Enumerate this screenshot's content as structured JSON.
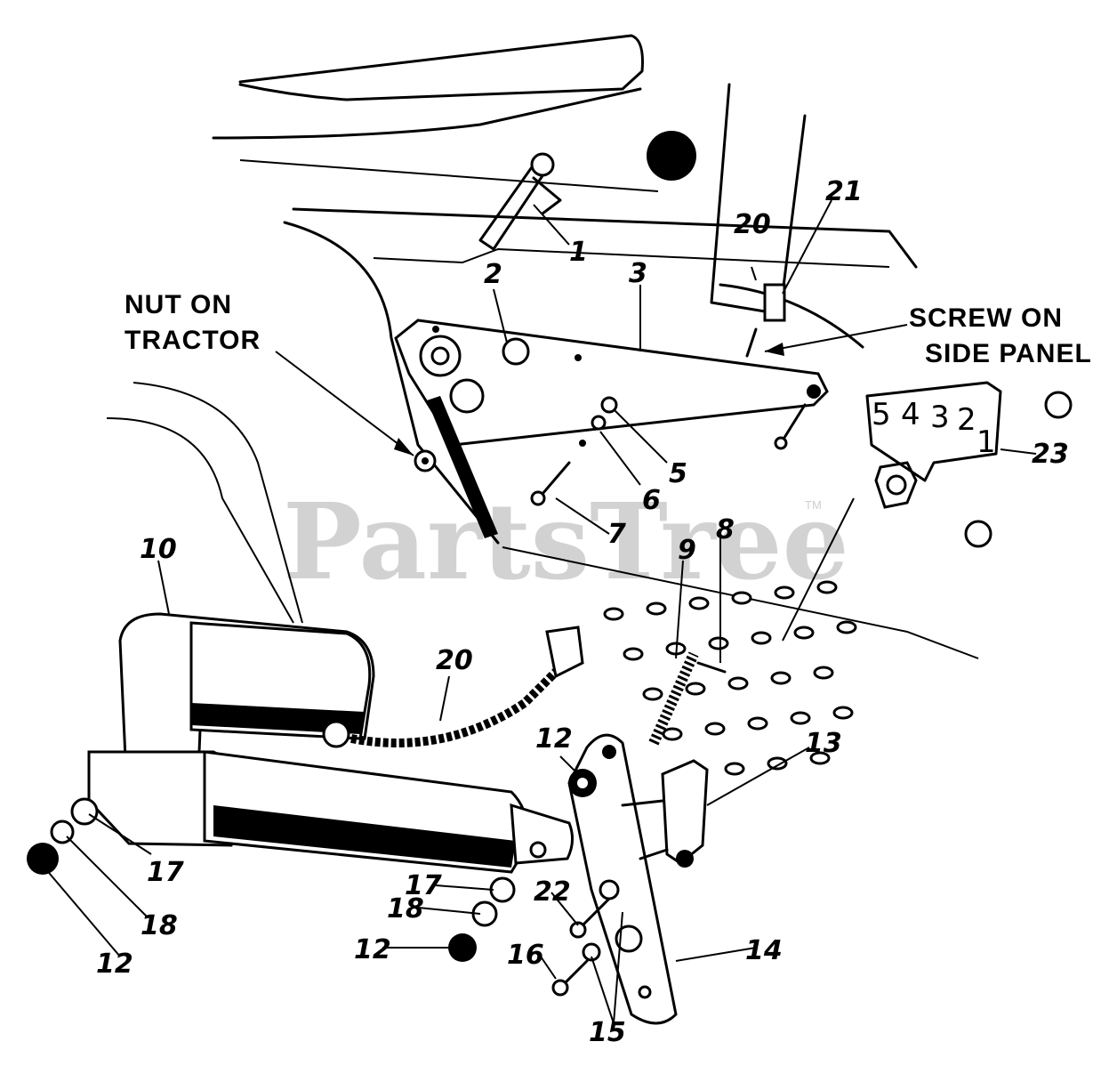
{
  "watermark": {
    "text": "PartsTree",
    "tm": "TM"
  },
  "labels": {
    "nut_on_tractor_line1": "NUT ON",
    "nut_on_tractor_line2": "TRACTOR",
    "screw_on_side_panel_line1": "SCREW ON",
    "screw_on_side_panel_line2": "SIDE PANEL"
  },
  "gear_decal": {
    "digits": [
      "5",
      "4",
      "3",
      "2",
      "1"
    ]
  },
  "callouts": {
    "c1": "1",
    "c2": "2",
    "c3": "3",
    "c5": "5",
    "c6": "6",
    "c7": "7",
    "c8": "8",
    "c9": "9",
    "c10": "10",
    "c12a": "12",
    "c12b": "12",
    "c12c": "12",
    "c13": "13",
    "c14": "14",
    "c15": "15",
    "c16": "16",
    "c17a": "17",
    "c17b": "17",
    "c18a": "18",
    "c18b": "18",
    "c20a": "20",
    "c20b": "20",
    "c21": "21",
    "c22": "22",
    "c23": "23"
  }
}
